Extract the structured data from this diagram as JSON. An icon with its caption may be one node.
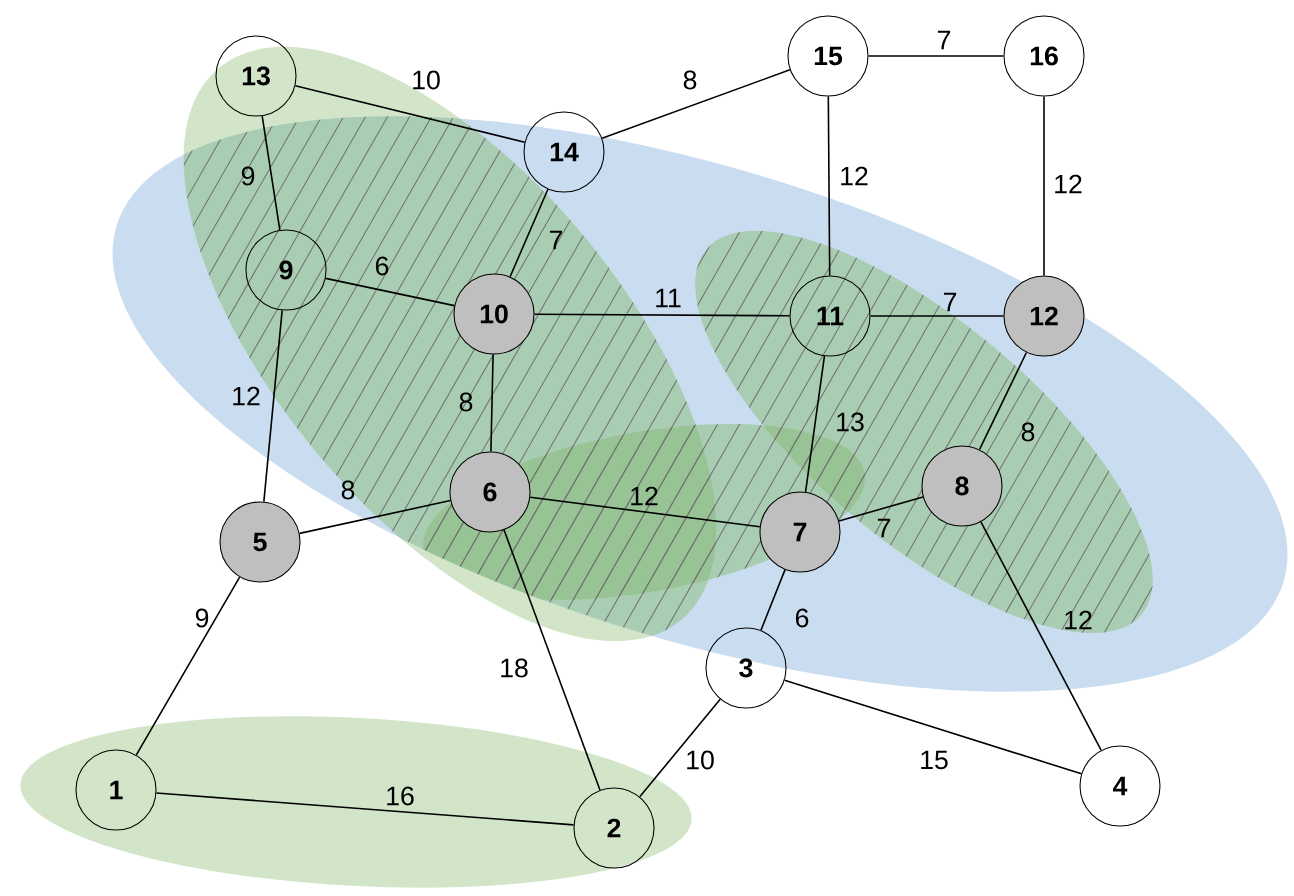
{
  "diagram": {
    "nodes": [
      {
        "text": [
          "1"
        ]
      },
      {
        "text": [
          "2"
        ]
      },
      {
        "text": [
          "3"
        ]
      },
      {
        "text": [
          "4"
        ]
      },
      {
        "text": [
          "5"
        ]
      },
      {
        "text": [
          "6"
        ]
      },
      {
        "text": [
          "7"
        ]
      },
      {
        "text": [
          "8"
        ]
      },
      {
        "text": [
          "9"
        ]
      },
      {
        "text": [
          "10"
        ]
      },
      {
        "text": [
          "11"
        ]
      },
      {
        "text": [
          "12"
        ]
      },
      {
        "text": [
          "13"
        ]
      },
      {
        "text": [
          "14"
        ]
      },
      {
        "text": [
          "15"
        ]
      },
      {
        "text": [
          "16"
        ]
      }
    ],
    "edges": [
      {
        "from": 12,
        "to": 13,
        "arrow": "none",
        "label": "10"
      },
      {
        "from": 12,
        "to": 8,
        "arrow": "none",
        "label": "9"
      },
      {
        "from": 13,
        "to": 14,
        "arrow": "none",
        "label": "8"
      },
      {
        "from": 14,
        "to": 15,
        "arrow": "none",
        "label": "7"
      },
      {
        "from": 13,
        "to": 9,
        "arrow": "none",
        "label": "7"
      },
      {
        "from": 8,
        "to": 9,
        "arrow": "none",
        "label": "6"
      },
      {
        "from": 8,
        "to": 4,
        "arrow": "none",
        "label": "12"
      },
      {
        "from": 9,
        "to": 10,
        "arrow": "none",
        "label": "11"
      },
      {
        "from": 9,
        "to": 5,
        "arrow": "none",
        "label": "8"
      },
      {
        "from": 14,
        "to": 10,
        "arrow": "none",
        "label": "12"
      },
      {
        "from": 15,
        "to": 11,
        "arrow": "none",
        "label": "12"
      },
      {
        "from": 10,
        "to": 11,
        "arrow": "none",
        "label": "7"
      },
      {
        "from": 10,
        "to": 6,
        "arrow": "none",
        "label": "13"
      },
      {
        "from": 11,
        "to": 7,
        "arrow": "none",
        "label": "8"
      },
      {
        "from": 4,
        "to": 5,
        "arrow": "none",
        "label": "8"
      },
      {
        "from": 5,
        "to": 6,
        "arrow": "none",
        "label": "12"
      },
      {
        "from": 6,
        "to": 7,
        "arrow": "none",
        "label": "7"
      },
      {
        "from": 4,
        "to": 0,
        "arrow": "none",
        "label": "9"
      },
      {
        "from": 5,
        "to": 1,
        "arrow": "none",
        "label": "18"
      },
      {
        "from": 6,
        "to": 2,
        "arrow": "none",
        "label": "6"
      },
      {
        "from": 7,
        "to": 3,
        "arrow": "none",
        "label": "12"
      },
      {
        "from": 2,
        "to": 1,
        "arrow": "none",
        "label": "10"
      },
      {
        "from": 2,
        "to": 3,
        "arrow": "none",
        "label": "15"
      },
      {
        "from": 0,
        "to": 1,
        "arrow": "none",
        "label": "16"
      }
    ]
  }
}
